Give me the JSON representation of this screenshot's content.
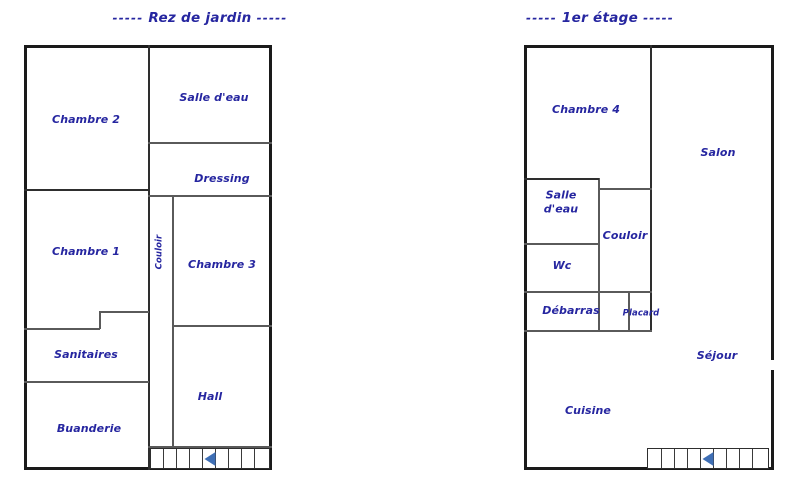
{
  "document": {
    "type": "floor-plan",
    "language": "fr",
    "background_color": "#ffffff",
    "line_color": "#2e2e2e",
    "label_color": "#2626a0",
    "stair_arrow_color": "#3f6fb5"
  },
  "plans": [
    {
      "id": "rez-de-jardin",
      "title": "Rez de jardin",
      "title_prefix": "-----",
      "title_suffix": "-----",
      "rooms": [
        {
          "name": "Chambre 2",
          "label": "Chambre 2",
          "orientation": "horizontal"
        },
        {
          "name": "Salle d'eau",
          "label": "Salle d'eau",
          "orientation": "horizontal"
        },
        {
          "name": "Dressing",
          "label": "Dressing",
          "orientation": "horizontal"
        },
        {
          "name": "Chambre 1",
          "label": "Chambre 1",
          "orientation": "horizontal"
        },
        {
          "name": "Couloir",
          "label": "Couloir",
          "orientation": "vertical"
        },
        {
          "name": "Chambre 3",
          "label": "Chambre 3",
          "orientation": "horizontal"
        },
        {
          "name": "Sanitaires",
          "label": "Sanitaires",
          "orientation": "horizontal"
        },
        {
          "name": "Hall",
          "label": "Hall",
          "orientation": "horizontal"
        },
        {
          "name": "Buanderie",
          "label": "Buanderie",
          "orientation": "horizontal"
        }
      ],
      "stairs": {
        "name": "staircase",
        "treads": 9,
        "arrow_direction": "left"
      }
    },
    {
      "id": "1er-etage",
      "title": "1er étage",
      "title_prefix": "-----",
      "title_suffix": "-----",
      "rooms": [
        {
          "name": "Chambre 4",
          "label": "Chambre 4",
          "orientation": "horizontal"
        },
        {
          "name": "Salon",
          "label": "Salon",
          "orientation": "horizontal"
        },
        {
          "name": "Salle d'eau",
          "label": "Salle d'eau",
          "orientation": "horizontal",
          "line1": "Salle",
          "line2": "d'eau"
        },
        {
          "name": "Couloir",
          "label": "Couloir",
          "orientation": "horizontal"
        },
        {
          "name": "Wc",
          "label": "Wc",
          "orientation": "horizontal"
        },
        {
          "name": "Débarras",
          "label": "Débarras",
          "orientation": "horizontal"
        },
        {
          "name": "Placard",
          "label": "Placard",
          "orientation": "horizontal"
        },
        {
          "name": "Séjour",
          "label": "Séjour",
          "orientation": "horizontal"
        },
        {
          "name": "Cuisine",
          "label": "Cuisine",
          "orientation": "horizontal"
        }
      ],
      "stairs": {
        "name": "staircase",
        "treads": 9,
        "arrow_direction": "left"
      }
    }
  ]
}
